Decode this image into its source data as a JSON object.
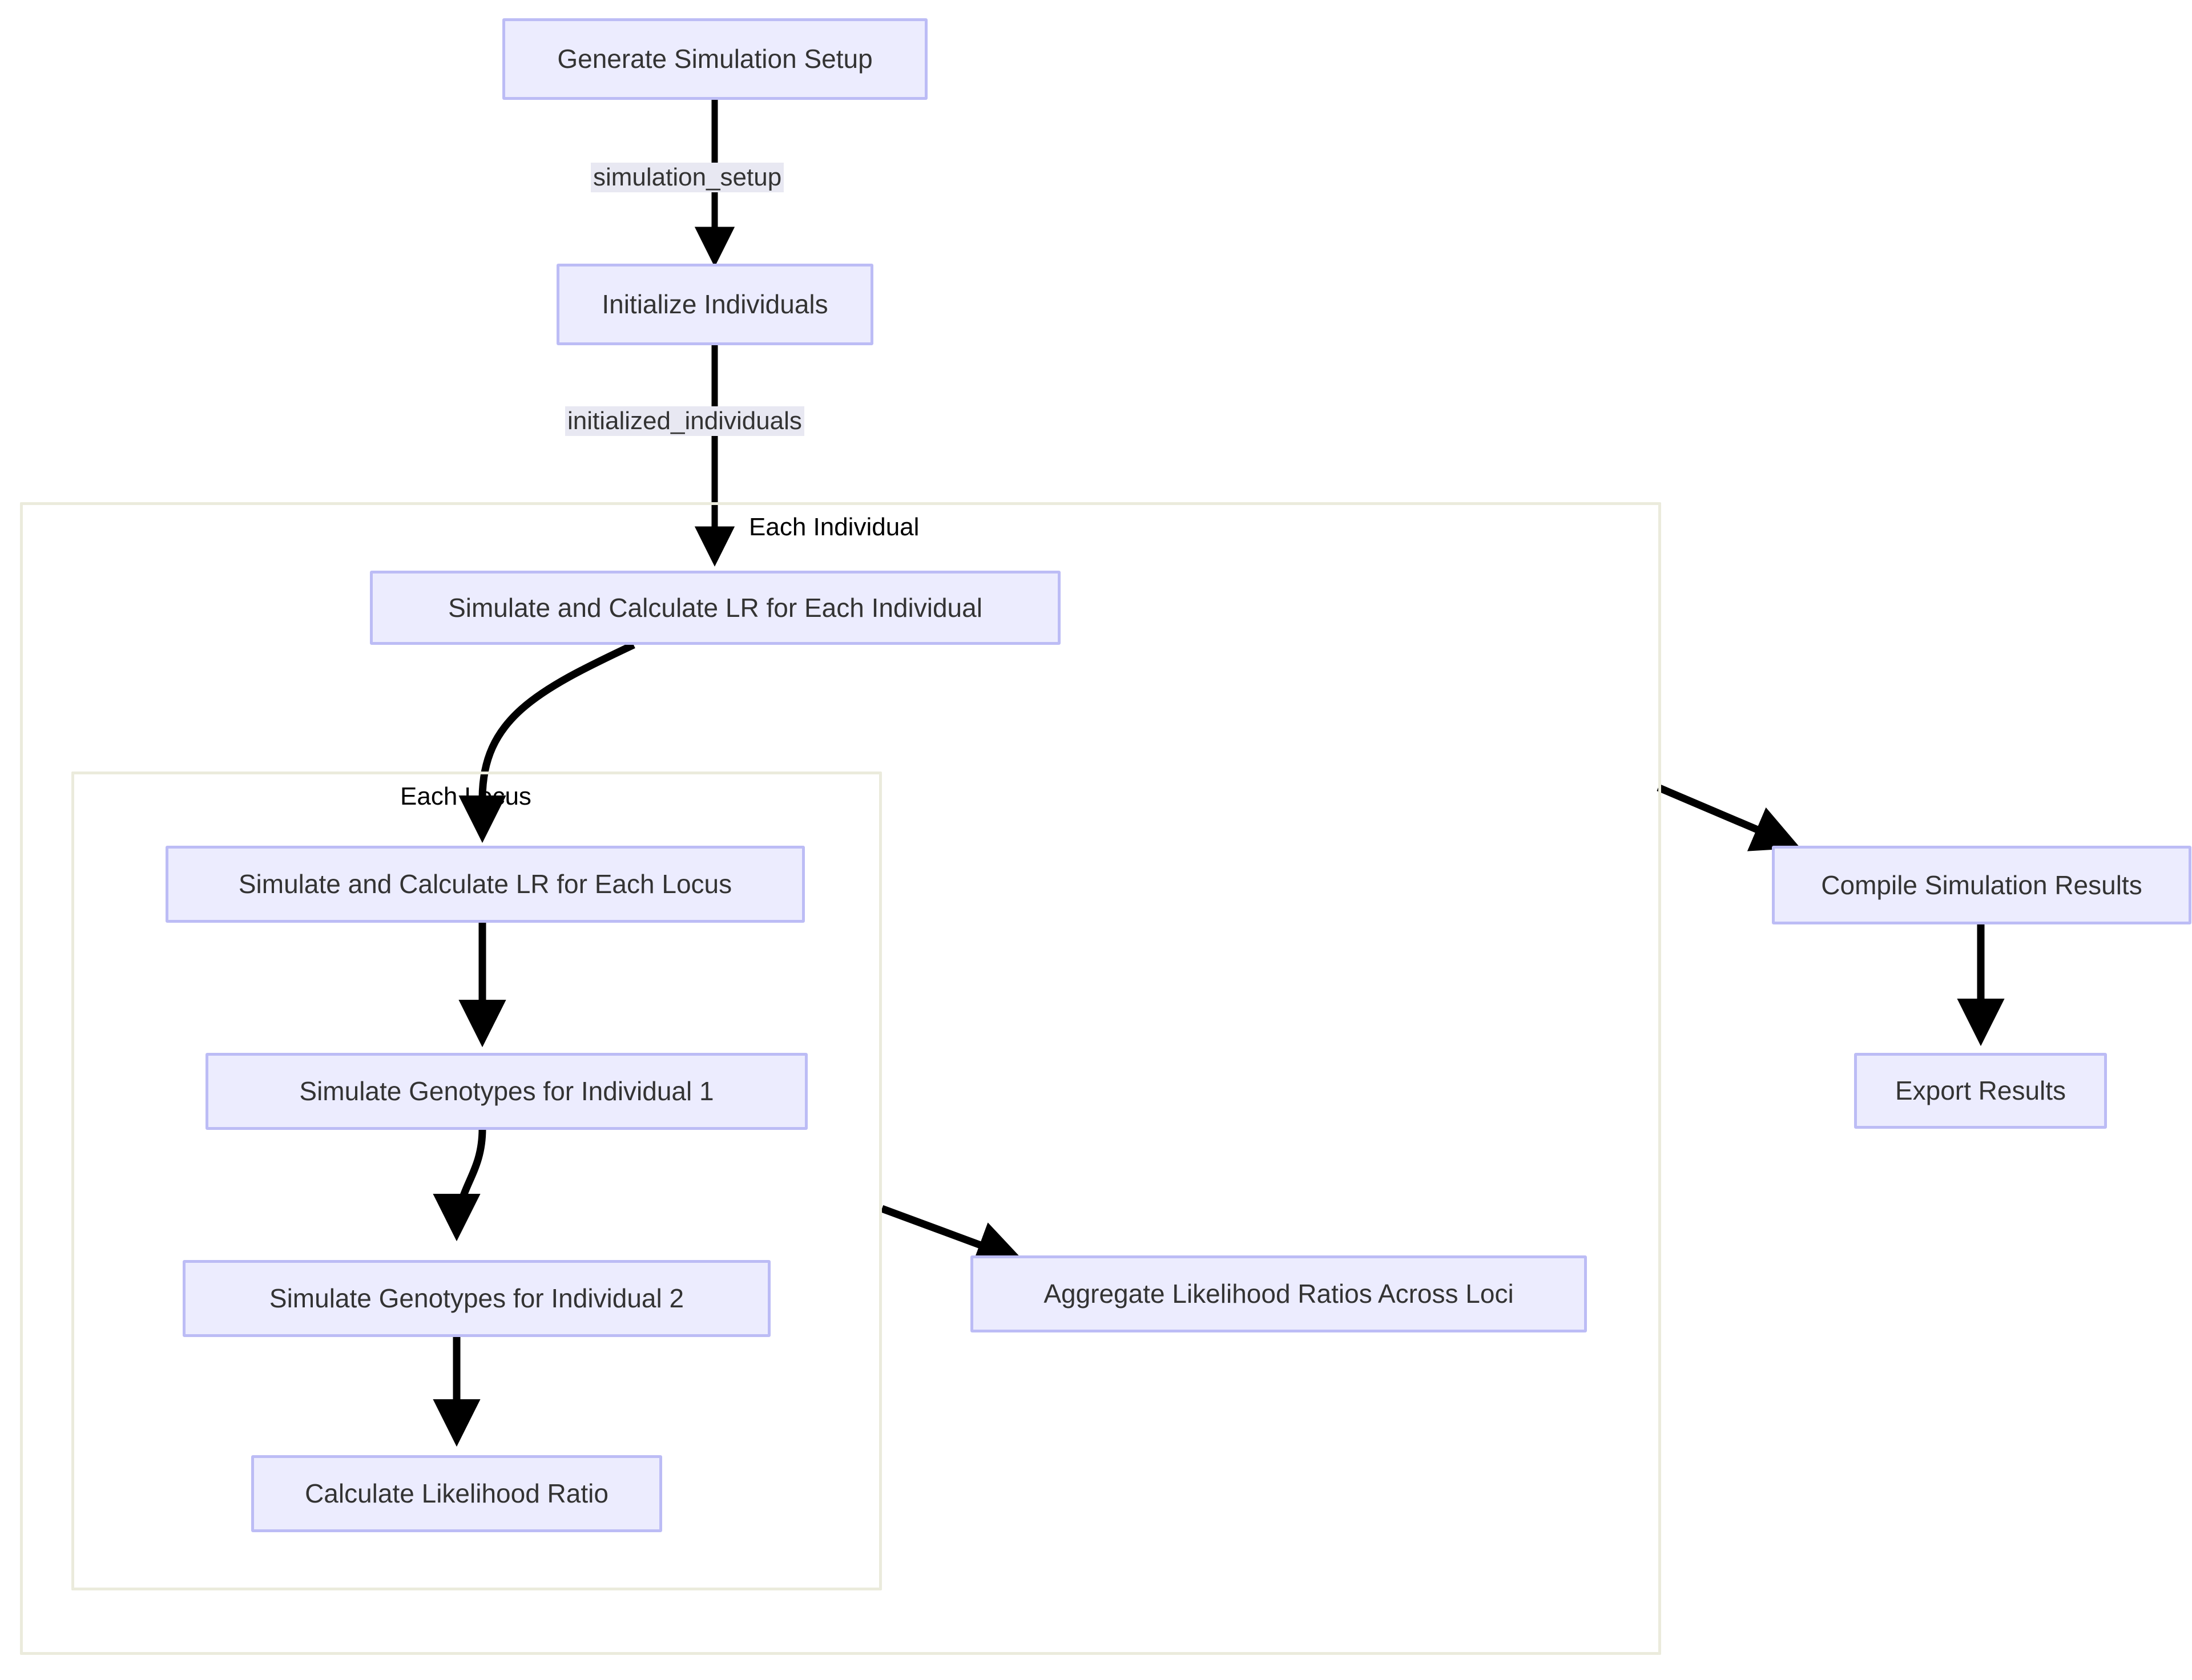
{
  "diagram": {
    "type": "flowchart",
    "direction": "top-down",
    "theme": {
      "node_fill": "#ececfe",
      "node_border": "#bcbcf5",
      "node_text": "#333333",
      "edge_color": "#000000",
      "subgraph_border": "#ebebdc",
      "edge_label_bg": "#e8e8f2",
      "background": "#ffffff"
    },
    "nodes": [
      {
        "id": "generate_setup",
        "label": "Generate Simulation Setup"
      },
      {
        "id": "init_individuals",
        "label": "Initialize Individuals"
      },
      {
        "id": "sim_lr_individual",
        "label": "Simulate and Calculate LR for Each Individual"
      },
      {
        "id": "sim_lr_locus",
        "label": "Simulate and Calculate LR for Each Locus"
      },
      {
        "id": "sim_geno_1",
        "label": "Simulate Genotypes for Individual 1"
      },
      {
        "id": "sim_geno_2",
        "label": "Simulate Genotypes for Individual 2"
      },
      {
        "id": "calc_lr",
        "label": "Calculate Likelihood Ratio"
      },
      {
        "id": "aggregate_lr",
        "label": "Aggregate Likelihood Ratios Across Loci"
      },
      {
        "id": "compile_results",
        "label": "Compile Simulation Results"
      },
      {
        "id": "export_results",
        "label": "Export Results"
      }
    ],
    "subgraphs": [
      {
        "id": "each_individual_group",
        "label": ""
      },
      {
        "id": "each_locus_group",
        "label": ""
      }
    ],
    "edges": [
      {
        "from": "generate_setup",
        "to": "init_individuals",
        "label": "simulation_setup",
        "label_style": "boxed"
      },
      {
        "from": "init_individuals",
        "to": "sim_lr_individual",
        "label": "initialized_individuals",
        "label_style": "boxed"
      },
      {
        "from": "init_individuals",
        "to": "sim_lr_individual",
        "label": "Each Individual",
        "label_style": "plain"
      },
      {
        "from": "sim_lr_individual",
        "to": "sim_lr_locus",
        "label": "Each Locus",
        "label_style": "plain"
      },
      {
        "from": "sim_lr_locus",
        "to": "sim_geno_1",
        "label": "",
        "label_style": "none"
      },
      {
        "from": "sim_geno_1",
        "to": "sim_geno_2",
        "label": "",
        "label_style": "none"
      },
      {
        "from": "sim_geno_2",
        "to": "calc_lr",
        "label": "",
        "label_style": "none"
      },
      {
        "from": "each_locus_group",
        "to": "aggregate_lr",
        "label": "",
        "label_style": "none"
      },
      {
        "from": "each_individual_group",
        "to": "compile_results",
        "label": "",
        "label_style": "none"
      },
      {
        "from": "compile_results",
        "to": "export_results",
        "label": "",
        "label_style": "none"
      }
    ]
  }
}
